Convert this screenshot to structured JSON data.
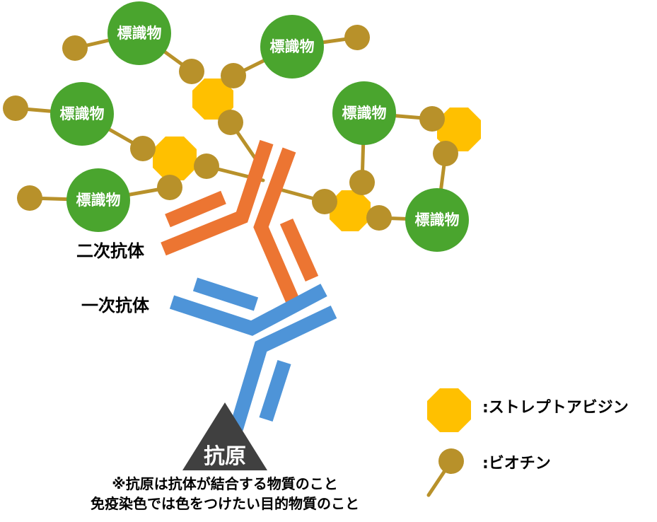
{
  "labels": {
    "label_node": "標識物",
    "secondary_antibody": "二次抗体",
    "primary_antibody": "一次抗体",
    "antigen": "抗原",
    "note_line1": "※抗原は抗体が結合する物質のこと",
    "note_line2": "免疫染色では色をつけたい目的物質のこと"
  },
  "legend": {
    "streptavidin": ":ストレプトアビジン",
    "biotin": ":ビオチン"
  },
  "colors": {
    "label_green": "#4aa52e",
    "biotin_gold": "#b8912a",
    "streptavidin_yellow": "#ffc000",
    "secondary_orange": "#ec7532",
    "primary_blue": "#4e94d8",
    "antigen_dark": "#404040"
  }
}
